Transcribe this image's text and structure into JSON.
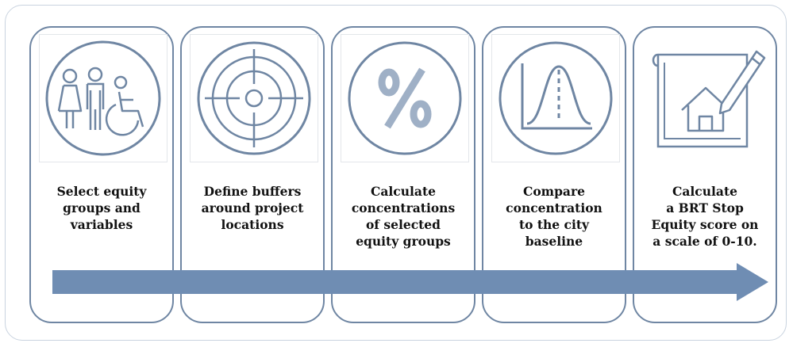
{
  "steps": [
    {
      "icon": "people-accessibility-icon",
      "label": "Select equity\ngroups and\nvariables"
    },
    {
      "icon": "target-icon",
      "label": "Define buffers\naround project\nlocations"
    },
    {
      "icon": "percent-icon",
      "label": "Calculate\nconcentrations\nof selected\nequity groups"
    },
    {
      "icon": "bell-curve-icon",
      "label": "Compare\nconcentration\nto the city\nbaseline"
    },
    {
      "icon": "house-blueprint-icon",
      "label": "Calculate\na BRT Stop\nEquity score on\na scale of 0-10."
    }
  ],
  "colors": {
    "card_border": "#6f86a3",
    "icon_stroke": "#6f86a3",
    "arrow": "#6f8db3",
    "frame": "#c9d3df"
  }
}
